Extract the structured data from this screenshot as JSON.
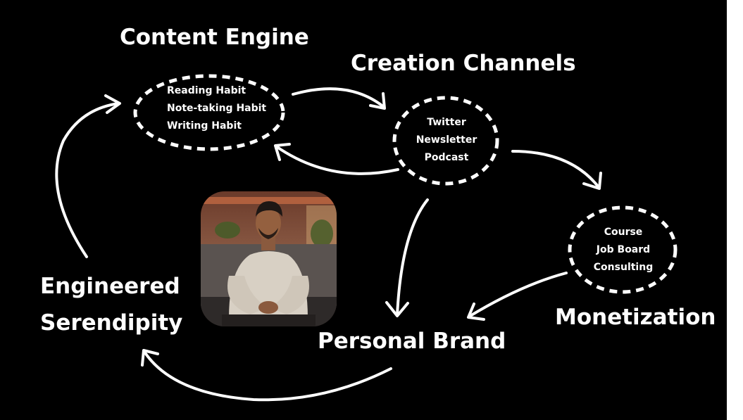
{
  "titles": {
    "content_engine": "Content Engine",
    "creation_channels": "Creation Channels",
    "monetization": "Monetization",
    "personal_brand": "Personal Brand",
    "engineered_serendipity_line1": "Engineered",
    "engineered_serendipity_line2": "Serendipity"
  },
  "nodes": {
    "content_engine": [
      "Reading Habit",
      "Note-taking Habit",
      "Writing Habit"
    ],
    "creation_channels": [
      "Twitter",
      "Newsletter",
      "Podcast"
    ],
    "monetization": [
      "Course",
      "Job Board",
      "Consulting"
    ]
  },
  "colors": {
    "background": "#000000",
    "foreground": "#ffffff"
  }
}
